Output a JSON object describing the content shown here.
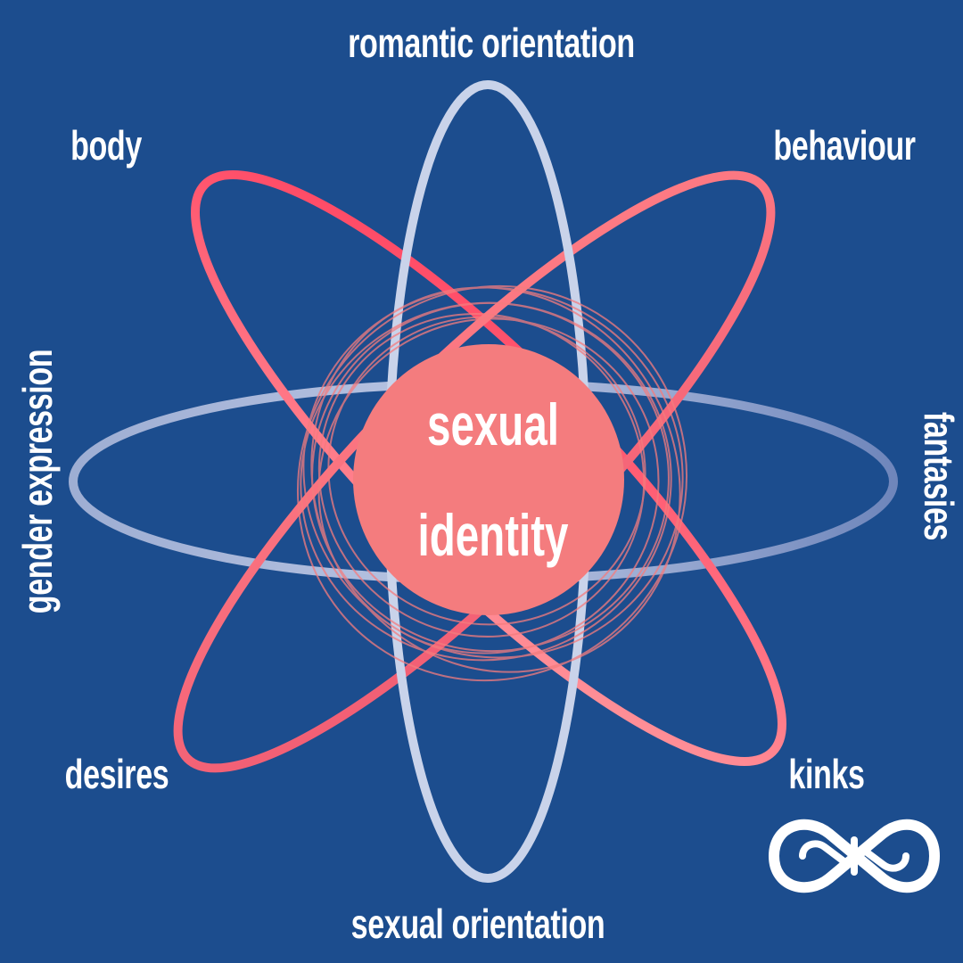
{
  "diagram": {
    "center": {
      "line1": "sexual",
      "line2": "identity"
    },
    "labels": {
      "top": "romantic orientation",
      "bottom": "sexual orientation",
      "top_left": "body",
      "top_right": "behaviour",
      "bottom_left": "desires",
      "bottom_right": "kinks",
      "left": "gender expression",
      "right": "fantasies"
    },
    "colors": {
      "background": "#1C4D8E",
      "core": "#F47C7E",
      "pale_orbit": "#C9D3EA",
      "red_orbit": "#FF4B63",
      "salmon_orbit": "#FF8A92",
      "text": "#FFFFFF"
    },
    "logo_icon": "infinity-knot-logo"
  }
}
